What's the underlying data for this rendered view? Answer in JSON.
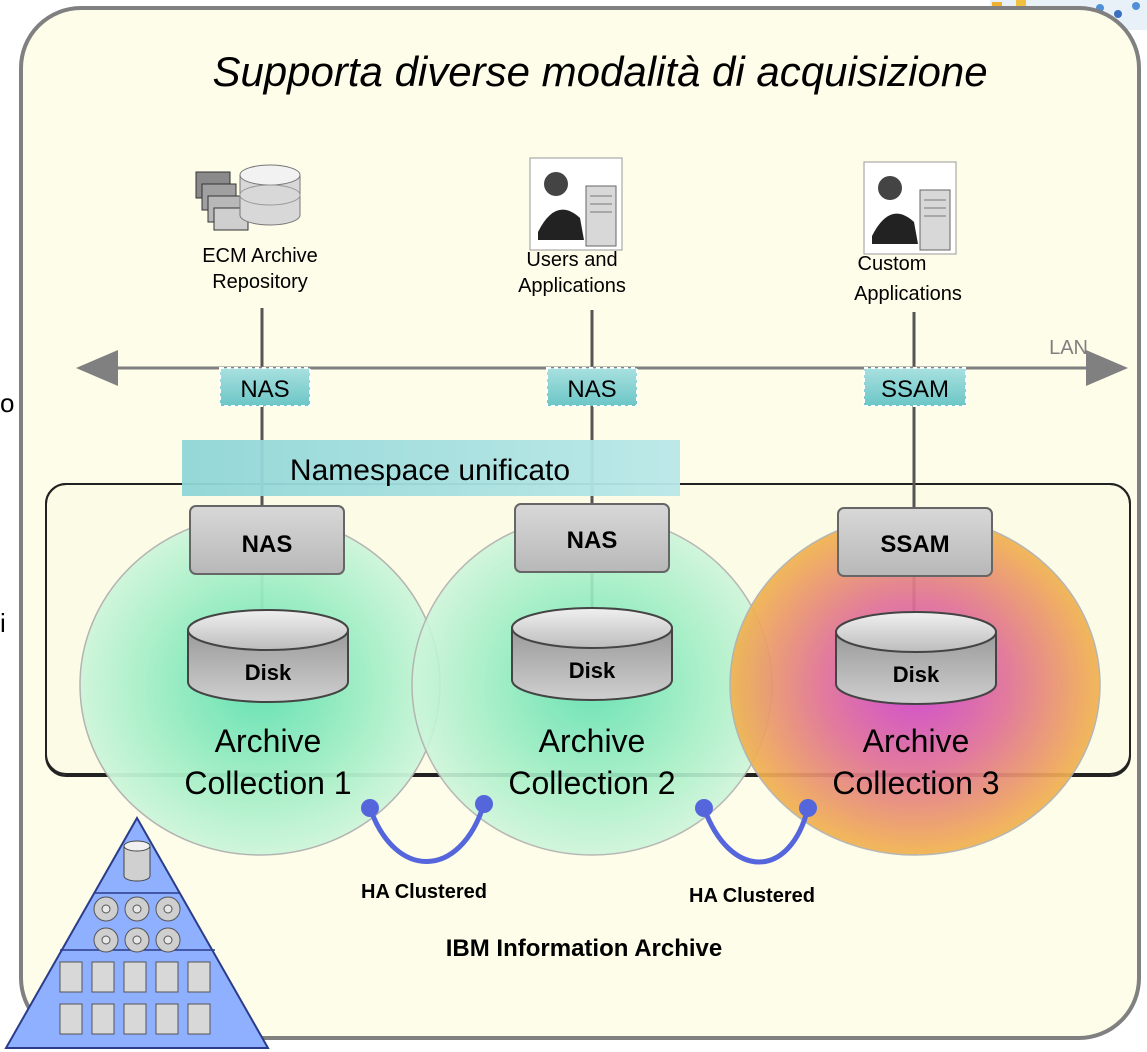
{
  "title": "Supporta diverse modalità di acquisizione",
  "clients": [
    {
      "label_lines": [
        "ECM Archive",
        "Repository"
      ],
      "icon": "database-server-icon"
    },
    {
      "label_lines": [
        "Users and",
        "Applications"
      ],
      "icon": "user-workstation-icon"
    },
    {
      "label_lines": [
        "Custom",
        "Applications"
      ],
      "icon": "user-workstation-icon"
    }
  ],
  "lan_label": "LAN",
  "protocol_tags": [
    "NAS",
    "NAS",
    "SSAM"
  ],
  "namespace_label": "Namespace unificato",
  "gateways": [
    "NAS",
    "NAS",
    "SSAM"
  ],
  "disk_label": "Disk",
  "collections": [
    {
      "lines": [
        "Archive",
        "Collection 1"
      ]
    },
    {
      "lines": [
        "Archive",
        "Collection 2"
      ]
    },
    {
      "lines": [
        "Archive",
        "Collection 3"
      ]
    }
  ],
  "ha_labels": [
    "HA Clustered",
    "HA Clustered"
  ],
  "footer_label": "IBM Information Archive",
  "edge_fragments": [
    "o",
    "i"
  ],
  "colors": {
    "panel": "#fdfde9",
    "panel_border": "#808080",
    "tag": "#8fd3d3",
    "gateway": "#c8c8c8",
    "collection_green": "#9ee8c0",
    "collection_orange": "#f2b040",
    "collection_magenta": "#d060c8",
    "link": "#5566dd"
  }
}
